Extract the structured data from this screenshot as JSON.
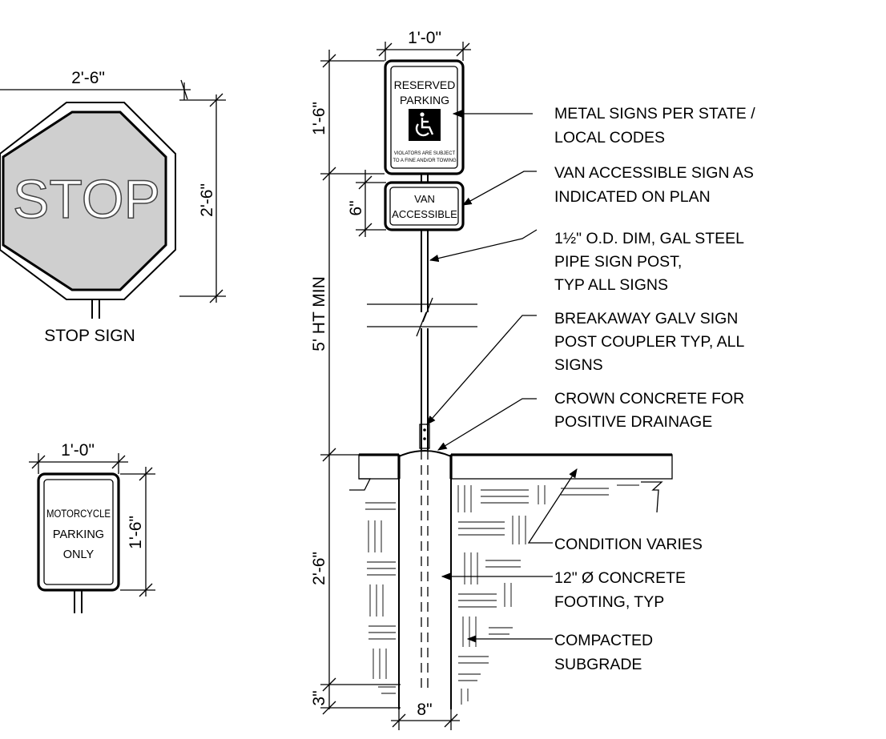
{
  "stop_detail": {
    "width_dim": "2'-6\"",
    "height_dim": "2'-6\"",
    "face_text": "STOP",
    "caption": "STOP SIGN",
    "face_fill": "#cfcfcf"
  },
  "motorcycle_detail": {
    "width_dim": "1'-0\"",
    "height_dim": "1'-6\"",
    "lines": [
      "MOTORCYCLE",
      "PARKING",
      "ONLY"
    ]
  },
  "post_detail": {
    "sign_width_dim": "1'-0\"",
    "sign_height_dim": "1'-6\"",
    "van_height_dim": "6\"",
    "post_height_dim": "5' HT MIN",
    "footing_depth_dim": "2'-6\"",
    "base_dim": "3\"",
    "footing_width_dim": "8\"",
    "reserved_sign": {
      "line1": "RESERVED",
      "line2": "PARKING",
      "fine_print_1": "VIOLATORS ARE SUBJECT",
      "fine_print_2": "TO A FINE AND/OR TOWING",
      "icon": "wheelchair-accessibility-icon"
    },
    "van_sign": {
      "line1": "VAN",
      "line2": "ACCESSIBLE"
    }
  },
  "notes": {
    "metal_signs": [
      "METAL SIGNS PER STATE /",
      "LOCAL CODES"
    ],
    "van_sign": [
      "VAN ACCESSIBLE SIGN AS",
      "INDICATED ON PLAN"
    ],
    "pipe_post": [
      "1½\" O.D. DIM, GAL STEEL",
      "PIPE SIGN POST,",
      "TYP ALL SIGNS"
    ],
    "coupler": [
      "BREAKAWAY GALV SIGN",
      "POST COUPLER TYP, ALL",
      "SIGNS"
    ],
    "crown": [
      "CROWN CONCRETE FOR",
      "POSITIVE DRAINAGE"
    ],
    "condition": "CONDITION VARIES",
    "footing": [
      "12\" Ø CONCRETE",
      "FOOTING, TYP"
    ],
    "subgrade": [
      "COMPACTED",
      "SUBGRADE"
    ]
  }
}
